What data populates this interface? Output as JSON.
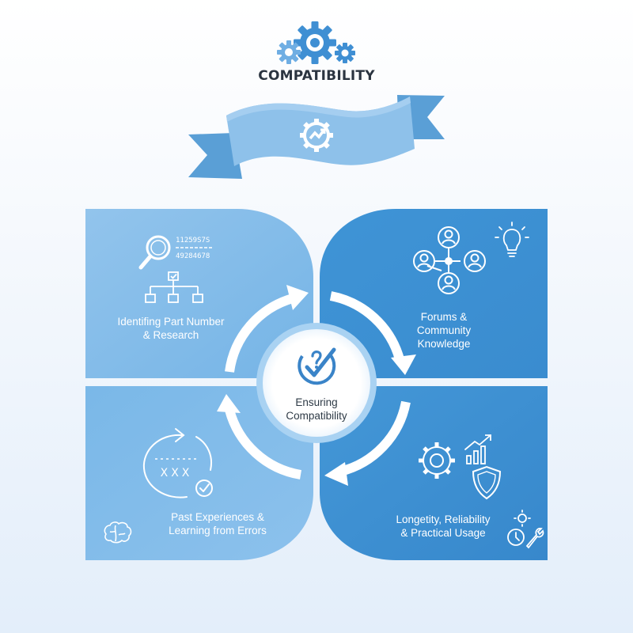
{
  "title": "COMPATIBILITY",
  "center": {
    "lines": [
      "Ensuring",
      "Compatibility"
    ]
  },
  "quadrants": {
    "top_left": {
      "lines": [
        "Identifing Part Number",
        "& Research"
      ],
      "digits": [
        "11259S7S",
        "49284678"
      ]
    },
    "top_right": {
      "lines": [
        "Forums &",
        "Community",
        "Knowledge"
      ]
    },
    "bottom_left": {
      "lines": [
        "Past Experiences &",
        "Learning from Errors"
      ],
      "marks": "XXX"
    },
    "bottom_right": {
      "lines": [
        "Longetity, Reliability",
        "& Practical Usage"
      ]
    }
  },
  "icons": {
    "header": "gears-icon",
    "ribbon": "gear-sync-icon",
    "center": "check-question-icon",
    "top_left": [
      "magnifier-icon",
      "hierarchy-icon"
    ],
    "top_right": [
      "people-network-icon",
      "lightbulb-icon"
    ],
    "bottom_left": [
      "cycle-arrow-icon",
      "brain-icon"
    ],
    "bottom_right": [
      "gear-icon",
      "chart-up-icon",
      "shield-icon",
      "clock-wrench-icon"
    ]
  },
  "colors": {
    "light_blue": "#8cc0e9",
    "mid_blue": "#6daee5",
    "dark_blue": "#3d91d2",
    "ribbon": "#8ec1ea",
    "ribbon_dark": "#5499d0",
    "title": "#2b3440",
    "center_ring": "#a9d2f2",
    "center_icon": "#3a84c8"
  }
}
